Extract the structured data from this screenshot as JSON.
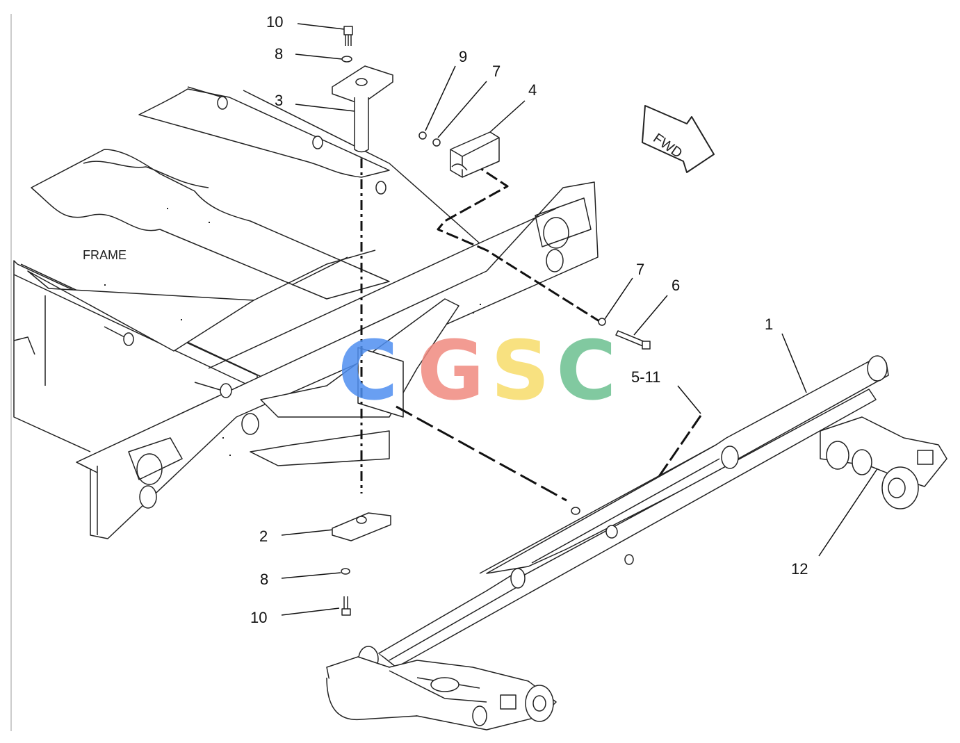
{
  "diagram": {
    "frame_label": "FRAME",
    "fwd_label": "FWD",
    "callouts": [
      "10",
      "8",
      "3",
      "9",
      "7",
      "4",
      "7",
      "6",
      "1",
      "5-11",
      "2",
      "8",
      "10",
      "12"
    ]
  },
  "watermark": {
    "letters": [
      "C",
      "G",
      "S",
      "C"
    ],
    "colors": [
      "#4f8ff0",
      "#f08a80",
      "#f7dc6b",
      "#6cc090"
    ]
  }
}
